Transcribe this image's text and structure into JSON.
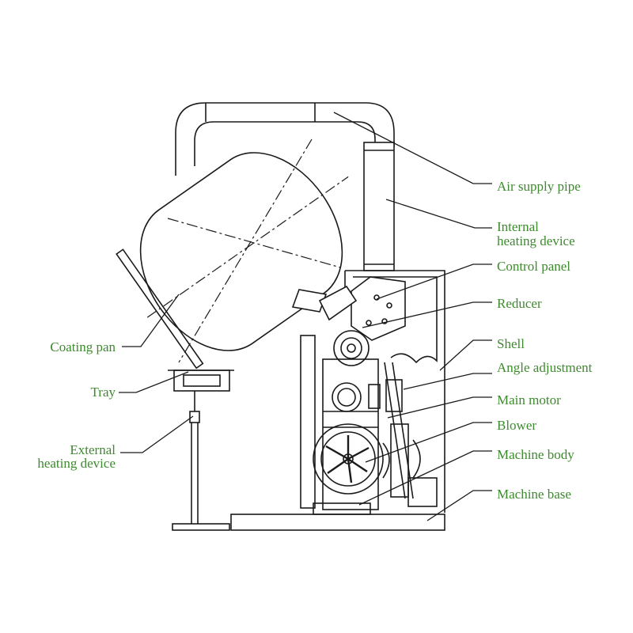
{
  "colors": {
    "label": "#3d8a2e",
    "line": "#1a1a1a",
    "background": "#ffffff"
  },
  "labels": {
    "air_supply_pipe": "Air supply pipe",
    "internal_heating_line1": "Internal",
    "internal_heating_line2": "heating device",
    "control_panel": "Control panel",
    "reducer": "Reducer",
    "shell": "Shell",
    "angle_adjustment": "Angle adjustment",
    "main_motor": "Main motor",
    "blower": "Blower",
    "machine_body": "Machine body",
    "machine_base": "Machine base",
    "coating_pan": "Coating pan",
    "tray": "Tray",
    "external_heating_line1": "External",
    "external_heating_line2": "heating device"
  }
}
